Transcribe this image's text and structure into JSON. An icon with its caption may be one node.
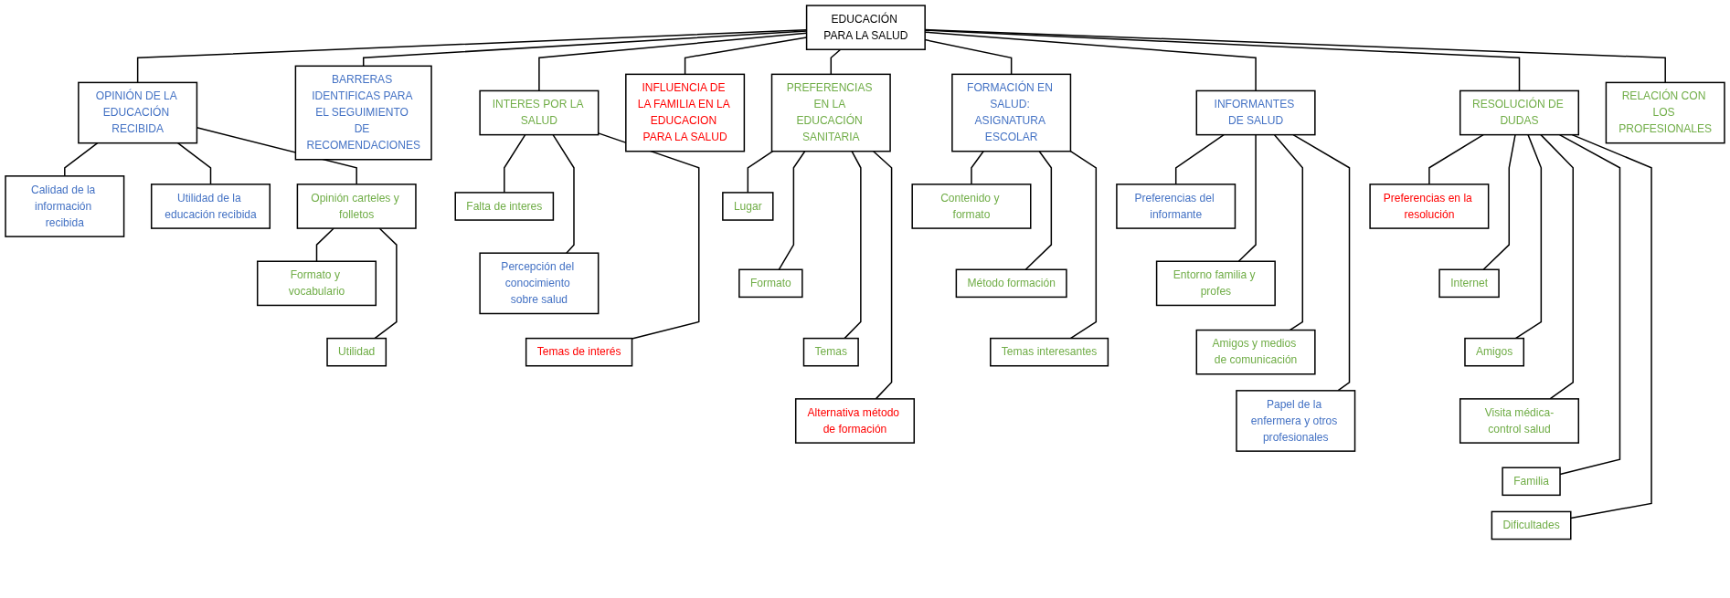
{
  "diagram": {
    "nodes": [
      {
        "text": [
          "EDUCACIÓN PARA LA SALUD"
        ]
      },
      {
        "text": [
          "OPINIÓN DE LA EDUCACIÓN RECIBIDA"
        ]
      },
      {
        "text": [
          "Calidad de la información recibida"
        ]
      },
      {
        "text": [
          "Utilidad de la educación recibida"
        ]
      },
      {
        "text": [
          "Opinión carteles y folletos"
        ]
      },
      {
        "text": [
          "Formato y vocabulario"
        ]
      },
      {
        "text": [
          "Utilidad"
        ]
      },
      {
        "text": [
          "BARRERAS IDENTIFICAS PARA EL SEGUIMIENTO DE RECOMENDACIONES"
        ]
      },
      {
        "text": [
          "INTERES POR LA SALUD"
        ]
      },
      {
        "text": [
          "Falta de interes"
        ]
      },
      {
        "text": [
          "Percepción del conocimiento sobre salud"
        ]
      },
      {
        "text": [
          "Temas de interés"
        ]
      },
      {
        "text": [
          "INFLUENCIA DE LA FAMILIA EN LA EDUCACION PARA LA SALUD"
        ]
      },
      {
        "text": [
          "PREFERENCIAS EN LA EDUCACIÓN SANITARIA"
        ]
      },
      {
        "text": [
          "Lugar"
        ]
      },
      {
        "text": [
          "Formato"
        ]
      },
      {
        "text": [
          "Temas"
        ]
      },
      {
        "text": [
          "Alternativa método de formación"
        ]
      },
      {
        "text": [
          "FORMACIÓN EN SALUD: ASIGNATURA ESCOLAR"
        ]
      },
      {
        "text": [
          "Contenido y formato"
        ]
      },
      {
        "text": [
          "Método formación"
        ]
      },
      {
        "text": [
          "Temas interesantes"
        ]
      },
      {
        "text": [
          "INFORMANTES DE SALUD"
        ]
      },
      {
        "text": [
          "Preferencias del informante"
        ]
      },
      {
        "text": [
          "Entorno familia y profes"
        ]
      },
      {
        "text": [
          "Amigos y medios de comunicación"
        ]
      },
      {
        "text": [
          "Papel de la enfermera y otros profesionales"
        ]
      },
      {
        "text": [
          "RESOLUCIÓN DE DUDAS"
        ]
      },
      {
        "text": [
          "Preferencias en la resolución"
        ]
      },
      {
        "text": [
          "Internet"
        ]
      },
      {
        "text": [
          "Amigos"
        ]
      },
      {
        "text": [
          "Visita médica-control salud"
        ]
      },
      {
        "text": [
          "Familia"
        ]
      },
      {
        "text": [
          "Dificultades"
        ]
      },
      {
        "text": [
          "RELACIÓN CON LOS PROFESIONALES"
        ]
      }
    ],
    "edges": [
      {
        "from": 0,
        "to": 1,
        "arrow": "none"
      },
      {
        "from": 1,
        "to": 2,
        "arrow": "none"
      },
      {
        "from": 1,
        "to": 3,
        "arrow": "none"
      },
      {
        "from": 1,
        "to": 4,
        "arrow": "none"
      },
      {
        "from": 4,
        "to": 5,
        "arrow": "none"
      },
      {
        "from": 4,
        "to": 6,
        "arrow": "none"
      },
      {
        "from": 0,
        "to": 7,
        "arrow": "none"
      },
      {
        "from": 0,
        "to": 8,
        "arrow": "none"
      },
      {
        "from": 8,
        "to": 9,
        "arrow": "none"
      },
      {
        "from": 8,
        "to": 10,
        "arrow": "none"
      },
      {
        "from": 8,
        "to": 11,
        "arrow": "none"
      },
      {
        "from": 0,
        "to": 12,
        "arrow": "none"
      },
      {
        "from": 0,
        "to": 13,
        "arrow": "none"
      },
      {
        "from": 13,
        "to": 14,
        "arrow": "none"
      },
      {
        "from": 13,
        "to": 15,
        "arrow": "none"
      },
      {
        "from": 13,
        "to": 16,
        "arrow": "none"
      },
      {
        "from": 13,
        "to": 17,
        "arrow": "none"
      },
      {
        "from": 0,
        "to": 18,
        "arrow": "none"
      },
      {
        "from": 18,
        "to": 19,
        "arrow": "none"
      },
      {
        "from": 18,
        "to": 20,
        "arrow": "none"
      },
      {
        "from": 18,
        "to": 21,
        "arrow": "none"
      },
      {
        "from": 0,
        "to": 22,
        "arrow": "none"
      },
      {
        "from": 22,
        "to": 23,
        "arrow": "none"
      },
      {
        "from": 22,
        "to": 24,
        "arrow": "none"
      },
      {
        "from": 22,
        "to": 25,
        "arrow": "none"
      },
      {
        "from": 22,
        "to": 26,
        "arrow": "none"
      },
      {
        "from": 0,
        "to": 27,
        "arrow": "none"
      },
      {
        "from": 27,
        "to": 28,
        "arrow": "none"
      },
      {
        "from": 27,
        "to": 29,
        "arrow": "none"
      },
      {
        "from": 27,
        "to": 30,
        "arrow": "none"
      },
      {
        "from": 27,
        "to": 31,
        "arrow": "none"
      },
      {
        "from": 27,
        "to": 32,
        "arrow": "none"
      },
      {
        "from": 27,
        "to": 33,
        "arrow": "none"
      },
      {
        "from": 0,
        "to": 34,
        "arrow": "none"
      }
    ]
  }
}
